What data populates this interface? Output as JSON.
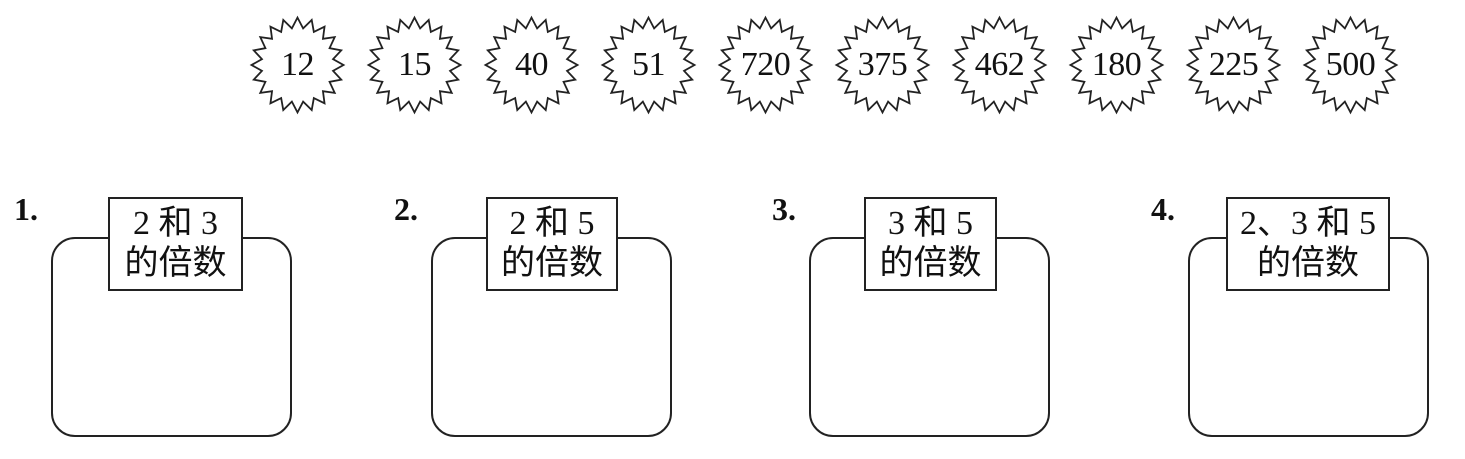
{
  "numbers": [
    {
      "value": "12"
    },
    {
      "value": "15"
    },
    {
      "value": "40"
    },
    {
      "value": "51"
    },
    {
      "value": "720"
    },
    {
      "value": "375"
    },
    {
      "value": "462"
    },
    {
      "value": "180"
    },
    {
      "value": "225"
    },
    {
      "value": "500"
    }
  ],
  "groups": [
    {
      "number": "1.",
      "label_line1": "2 和 3",
      "label_line2": "的倍数"
    },
    {
      "number": "2.",
      "label_line1": "2 和 5",
      "label_line2": "的倍数"
    },
    {
      "number": "3.",
      "label_line1": "3 和 5",
      "label_line2": "的倍数"
    },
    {
      "number": "4.",
      "label_line1": "2、3 和 5",
      "label_line2": "的倍数"
    }
  ]
}
